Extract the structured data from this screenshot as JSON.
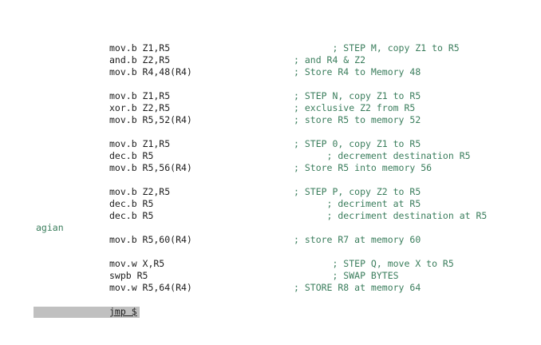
{
  "editor": {
    "background_color": "#ffffff",
    "code_color": "#1c1c1c",
    "comment_color": "#3a7d5c",
    "selection_color": "#c0c0c0",
    "lines": [
      {
        "label": "",
        "code": "mov.b Z1,R5",
        "comment": "       ; STEP M, copy Z1 to R5",
        "selected": false,
        "underlined": false
      },
      {
        "label": "",
        "code": "and.b Z2,R5",
        "comment": "; and R4 & Z2",
        "selected": false,
        "underlined": false
      },
      {
        "label": "",
        "code": "mov.b R4,48(R4)",
        "comment": "; Store R4 to Memory 48",
        "selected": false,
        "underlined": false
      },
      {
        "label": "",
        "code": "",
        "comment": "",
        "selected": false,
        "underlined": false
      },
      {
        "label": "",
        "code": "mov.b Z1,R5",
        "comment": "; STEP N, copy Z1 to R5",
        "selected": false,
        "underlined": false
      },
      {
        "label": "",
        "code": "xor.b Z2,R5",
        "comment": "; exclusive Z2 from R5",
        "selected": false,
        "underlined": false
      },
      {
        "label": "",
        "code": "mov.b R5,52(R4)",
        "comment": "; store R5 to memory 52",
        "selected": false,
        "underlined": false
      },
      {
        "label": "",
        "code": "",
        "comment": "",
        "selected": false,
        "underlined": false
      },
      {
        "label": "",
        "code": "mov.b Z1,R5",
        "comment": "; STEP 0, copy Z1 to R5",
        "selected": false,
        "underlined": false
      },
      {
        "label": "",
        "code": "dec.b R5",
        "comment": "      ; decrement destination R5",
        "selected": false,
        "underlined": false
      },
      {
        "label": "",
        "code": "mov.b R5,56(R4)",
        "comment": "; Store R5 into memory 56",
        "selected": false,
        "underlined": false
      },
      {
        "label": "",
        "code": "",
        "comment": "",
        "selected": false,
        "underlined": false
      },
      {
        "label": "",
        "code": "mov.b Z2,R5",
        "comment": "; STEP P, copy Z2 to R5",
        "selected": false,
        "underlined": false
      },
      {
        "label": "",
        "code": "dec.b R5",
        "comment": "      ; decriment at R5",
        "selected": false,
        "underlined": false
      },
      {
        "label": "",
        "code": "dec.b R5",
        "comment": "      ; decriment destination at R5",
        "selected": false,
        "underlined": false
      },
      {
        "label": "agian",
        "code": "",
        "comment": "",
        "selected": false,
        "underlined": false
      },
      {
        "label": "",
        "code": "mov.b R5,60(R4)",
        "comment": "; store R7 at memory 60",
        "selected": false,
        "underlined": false
      },
      {
        "label": "",
        "code": "",
        "comment": "",
        "selected": false,
        "underlined": false
      },
      {
        "label": "",
        "code": "mov.w X,R5",
        "comment": "       ; STEP Q, move X to R5",
        "selected": false,
        "underlined": false
      },
      {
        "label": "",
        "code": "swpb R5",
        "comment": "       ; SWAP BYTES",
        "selected": false,
        "underlined": false
      },
      {
        "label": "",
        "code": "mov.w R5,64(R4)",
        "comment": "; STORE R8 at memory 64",
        "selected": false,
        "underlined": false
      },
      {
        "label": "",
        "code": "",
        "comment": "",
        "selected": false,
        "underlined": false
      },
      {
        "label": "",
        "code": "jmp $",
        "comment": "",
        "selected": true,
        "underlined": true
      }
    ]
  }
}
